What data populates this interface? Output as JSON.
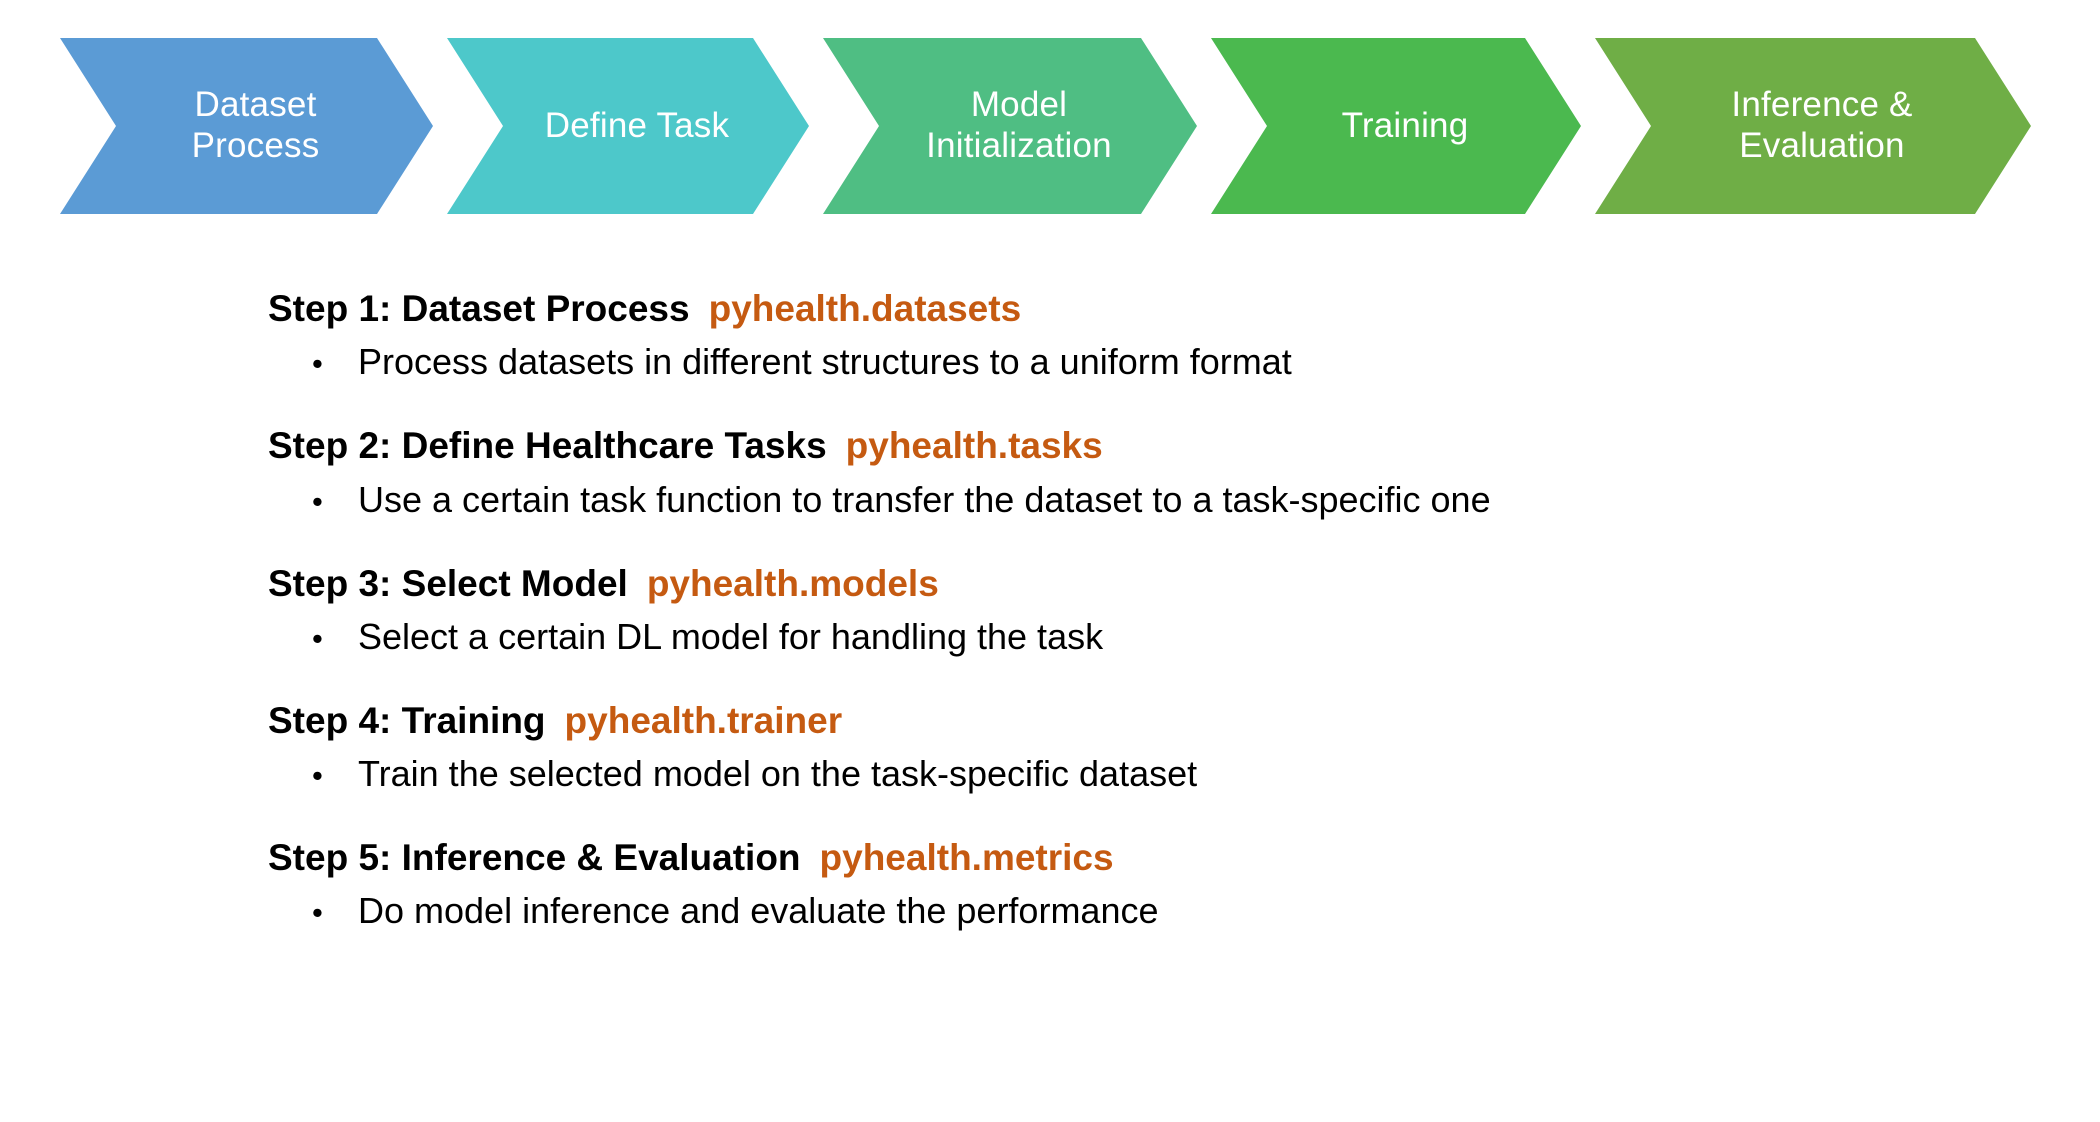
{
  "pipeline": {
    "stages": [
      {
        "label": "Dataset\nProcess",
        "color": "#5B9BD5",
        "name": "stage-dataset-process"
      },
      {
        "label": "Define Task",
        "color": "#4DC8CA",
        "name": "stage-define-task"
      },
      {
        "label": "Model\nInitialization",
        "color": "#4FBE83",
        "name": "stage-model-initialization"
      },
      {
        "label": "Training",
        "color": "#4BB94F",
        "name": "stage-training"
      },
      {
        "label": "Inference &\nEvaluation",
        "color": "#6FAE46",
        "name": "stage-inference-evaluation"
      }
    ]
  },
  "steps": [
    {
      "heading": "Step 1: Dataset Process",
      "module": "pyhealth.datasets",
      "bullet_marker": "•",
      "bullet": "Process datasets in different structures to a uniform format"
    },
    {
      "heading": "Step 2: Define Healthcare Tasks",
      "module": "pyhealth.tasks",
      "bullet_marker": "•",
      "bullet": "Use a certain task function to transfer the dataset to a task-specific one"
    },
    {
      "heading": "Step 3: Select Model",
      "module": "pyhealth.models",
      "bullet_marker": "•",
      "bullet": "Select a certain DL model for handling the task"
    },
    {
      "heading": "Step 4: Training",
      "module": "pyhealth.trainer",
      "bullet_marker": "•",
      "bullet": "Train the selected model on the task-specific dataset"
    },
    {
      "heading": "Step 5: Inference & Evaluation",
      "module": "pyhealth.metrics",
      "bullet_marker": "•",
      "bullet": "Do model inference and evaluate the performance"
    }
  ],
  "colors": {
    "module_orange": "#C55A11",
    "text_black": "#000000",
    "background": "#FFFFFF"
  }
}
